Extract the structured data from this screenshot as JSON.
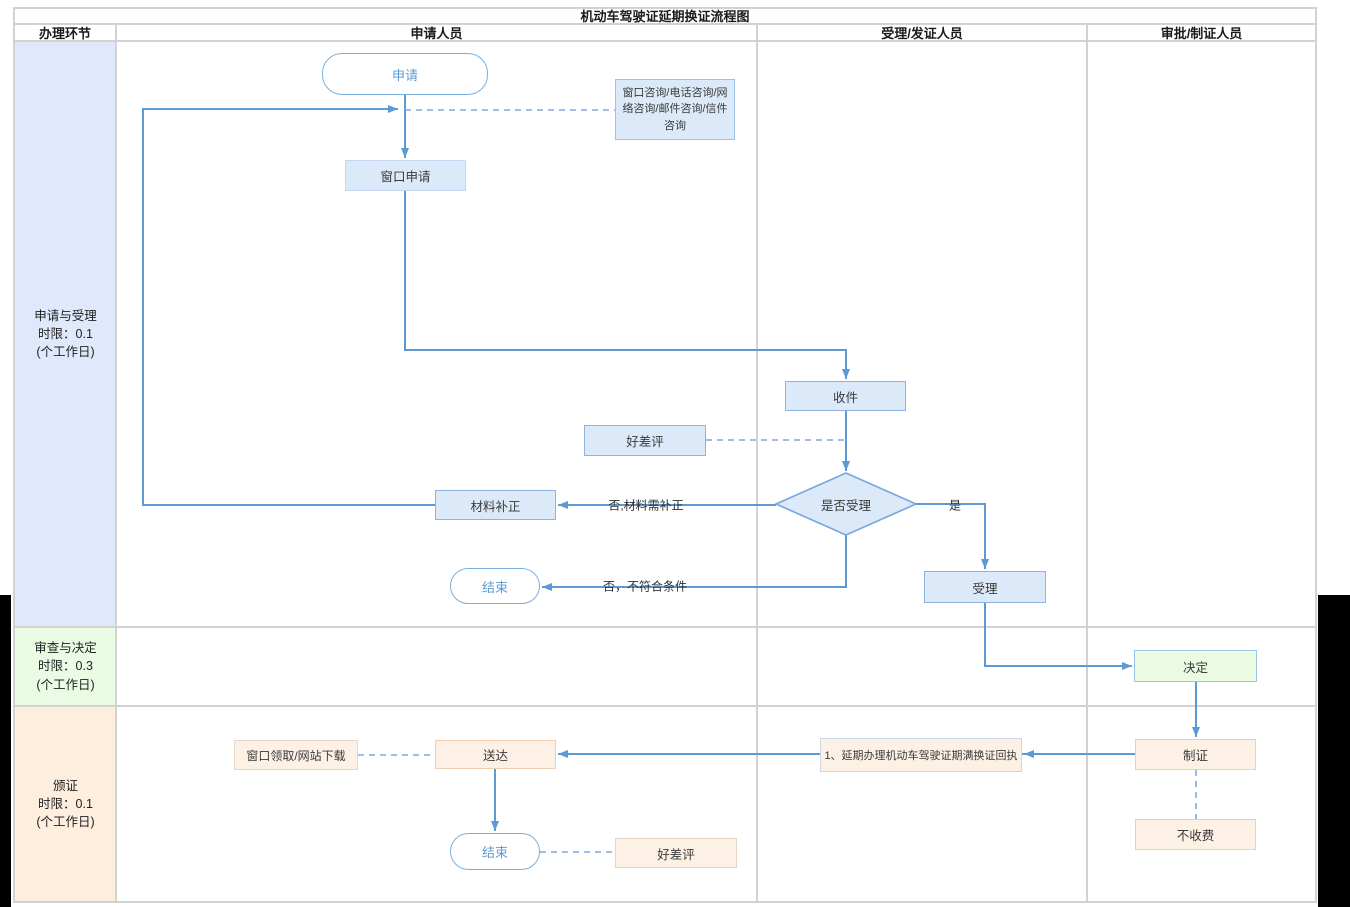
{
  "title": "机动车驾驶证延期换证流程图",
  "columns": [
    {
      "label": "办理环节"
    },
    {
      "label": "申请人员"
    },
    {
      "label": "受理/发证人员"
    },
    {
      "label": "审批/制证人员"
    }
  ],
  "stages": [
    {
      "name": "申请与受理",
      "limit": "时限：0.1",
      "unit": "(个工作日)"
    },
    {
      "name": "审查与决定",
      "limit": "时限：0.3",
      "unit": "(个工作日)"
    },
    {
      "name": "颁证",
      "limit": "时限：0.1",
      "unit": "(个工作日)"
    }
  ],
  "nodes": {
    "apply": "申请",
    "consult": "窗口咨询/电话咨询/网络咨询/邮件咨询/信件咨询",
    "window_apply": "窗口申请",
    "receive": "收件",
    "review_top": "好差评",
    "decision": "是否受理",
    "correction": "材料补正",
    "end_top": "结束",
    "accept": "受理",
    "decide": "决定",
    "pickup": "窗口领取/网站下载",
    "deliver": "送达",
    "receipt": "1、延期办理机动车驾驶证期满换证回执",
    "make_cert": "制证",
    "no_fee": "不收费",
    "end_bottom": "结束",
    "review_bottom": "好差评"
  },
  "edge_labels": {
    "no_correction": "否,材料需补正",
    "yes": "是",
    "no_reject": "否，不符合条件"
  },
  "colors": {
    "connector_blue": "#5b9bd5",
    "dashed_blue": "#7fa9dd",
    "node_blue_fill": "#dce9f8",
    "node_blue_border": "#8fb3de",
    "node_green_fill": "#ebfbe1",
    "node_orange_fill": "#fdf1e5",
    "node_orange_border": "#f0cfae",
    "stage_blue": "#dfe9fb",
    "stage_green": "#eafbe3",
    "stage_orange": "#fdeedd",
    "grid_gray": "#d2d2d2",
    "pill_text": "#5b9bd5"
  }
}
